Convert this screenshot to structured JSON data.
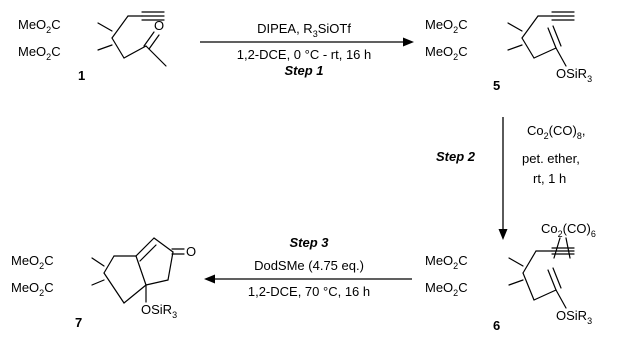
{
  "compounds": {
    "c1": {
      "number": "1",
      "substituent_top": {
        "main": "MeO",
        "sub": "2",
        "tail": "C"
      },
      "substituent_bottom": {
        "main": "MeO",
        "sub": "2",
        "tail": "C"
      },
      "carbonyl_o": "O"
    },
    "c5": {
      "number": "5",
      "substituent_top": {
        "main": "MeO",
        "sub": "2",
        "tail": "C"
      },
      "substituent_bottom": {
        "main": "MeO",
        "sub": "2",
        "tail": "C"
      },
      "silyl": {
        "main": "OSiR",
        "sub": "3"
      }
    },
    "c6": {
      "number": "6",
      "substituent_top": {
        "main": "MeO",
        "sub": "2",
        "tail": "C"
      },
      "substituent_bottom": {
        "main": "MeO",
        "sub": "2",
        "tail": "C"
      },
      "silyl": {
        "main": "OSiR",
        "sub": "3"
      },
      "cobalt": {
        "p1": "Co",
        "s1": "2",
        "p2": "(CO)",
        "s2": "6"
      }
    },
    "c7": {
      "number": "7",
      "substituent_top": {
        "main": "MeO",
        "sub": "2",
        "tail": "C"
      },
      "substituent_bottom": {
        "main": "MeO",
        "sub": "2",
        "tail": "C"
      },
      "silyl": {
        "main": "OSiR",
        "sub": "3"
      },
      "carbonyl_o": "O"
    }
  },
  "steps": {
    "s1": {
      "label": "Step 1",
      "above": {
        "p1": "DIPEA, R",
        "s1": "3",
        "p2": "SiOTf"
      },
      "below": "1,2-DCE, 0 °C - rt, 16 h"
    },
    "s2": {
      "label": "Step 2",
      "reagent": {
        "p1": "Co",
        "s1": "2",
        "p2": "(CO)",
        "s2": "8",
        "p3": ","
      },
      "line2": "pet. ether,",
      "line3": "rt, 1 h"
    },
    "s3": {
      "label": "Step 3",
      "above": "DodSMe (4.75 eq.)",
      "below": "1,2-DCE, 70 °C, 16 h"
    }
  }
}
